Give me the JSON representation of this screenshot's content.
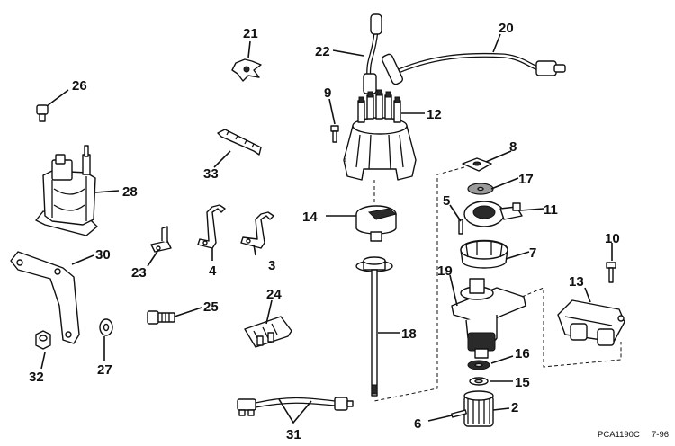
{
  "figure_code": "PCA1190C",
  "figure_date": "7-96",
  "callouts": [
    "21",
    "22",
    "20",
    "26",
    "9",
    "12",
    "8",
    "28",
    "33",
    "17",
    "5",
    "11",
    "14",
    "10",
    "30",
    "23",
    "4",
    "3",
    "7",
    "19",
    "13",
    "24",
    "25",
    "18",
    "16",
    "32",
    "27",
    "15",
    "6",
    "2",
    "31"
  ]
}
